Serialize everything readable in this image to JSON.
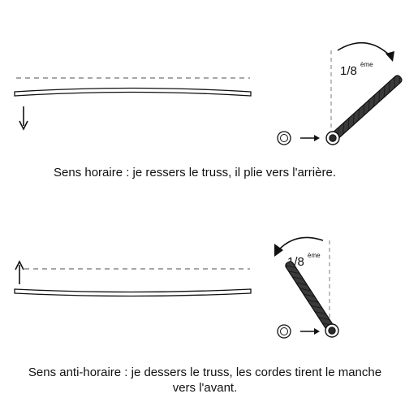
{
  "panels": [
    {
      "fraction_label": "1/8",
      "fraction_sup": "ème",
      "caption_lines": [
        "Sens horaire : je ressers le truss, il plie vers l'arrière."
      ]
    },
    {
      "fraction_label": "1/8",
      "fraction_sup": "ème",
      "caption_lines": [
        "Sens anti-horaire : je dessers le truss, les cordes tirent le manche",
        "vers l'avant."
      ]
    }
  ],
  "colors": {
    "rod": "#333333",
    "dashed_line": "#8a8a8a",
    "stroke": "#111111"
  }
}
